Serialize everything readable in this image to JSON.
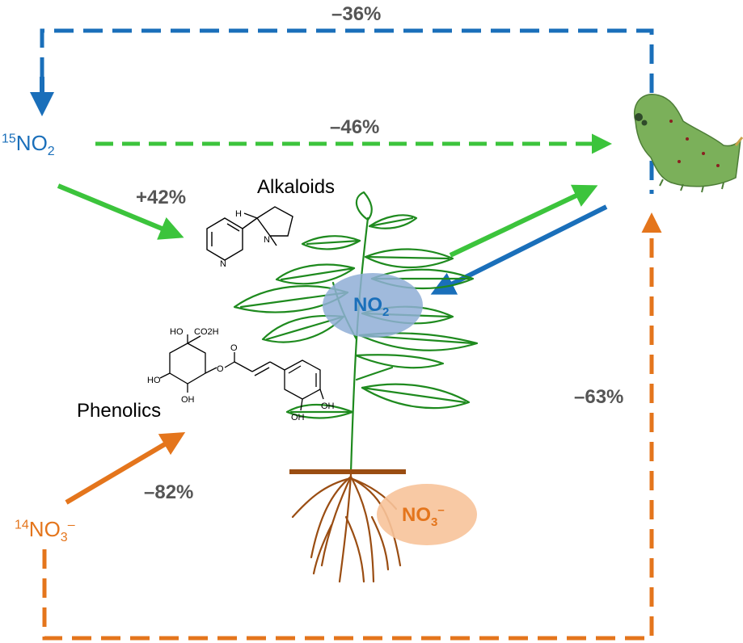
{
  "colors": {
    "blue": "#1a6fba",
    "green": "#3cc43c",
    "orange": "#e4751c",
    "plant_green": "#1e8a1e",
    "root_brown": "#9a4d12",
    "no2_ellipse": "#8faed6",
    "no3_ellipse": "#f7c39a",
    "label_gray": "#555555"
  },
  "percentages": {
    "blue_loop": "–36%",
    "green_to_caterpillar": "–46%",
    "green_to_alkaloids": "+42%",
    "orange_to_phenolics": "–82%",
    "orange_to_caterpillar": "–63%"
  },
  "labels": {
    "no2_source": {
      "mass": "15",
      "base": "NO",
      "sub": "2"
    },
    "no3_source": {
      "mass": "14",
      "base": "NO",
      "sub": "3",
      "charge": "–"
    },
    "no2_leaf": {
      "base": "NO",
      "sub": "2"
    },
    "no3_root": {
      "base": "NO",
      "sub": "3",
      "charge": "–"
    },
    "alkaloids": "Alkaloids",
    "phenolics": "Phenolics"
  },
  "chem": {
    "nicotine": {
      "h": "H",
      "n_ring": "N",
      "n_methyl": "N"
    },
    "chlorogenic": {
      "ho_top": "HO",
      "co2h": "CO2H",
      "ho_left": "HO",
      "oh_bottom": "OH",
      "o_ester": "O",
      "o_carbonyl": "O",
      "oh_ring1": "OH",
      "oh_ring2": "OH"
    }
  },
  "icons": [
    "caterpillar-icon",
    "plant-icon",
    "roots-icon"
  ]
}
